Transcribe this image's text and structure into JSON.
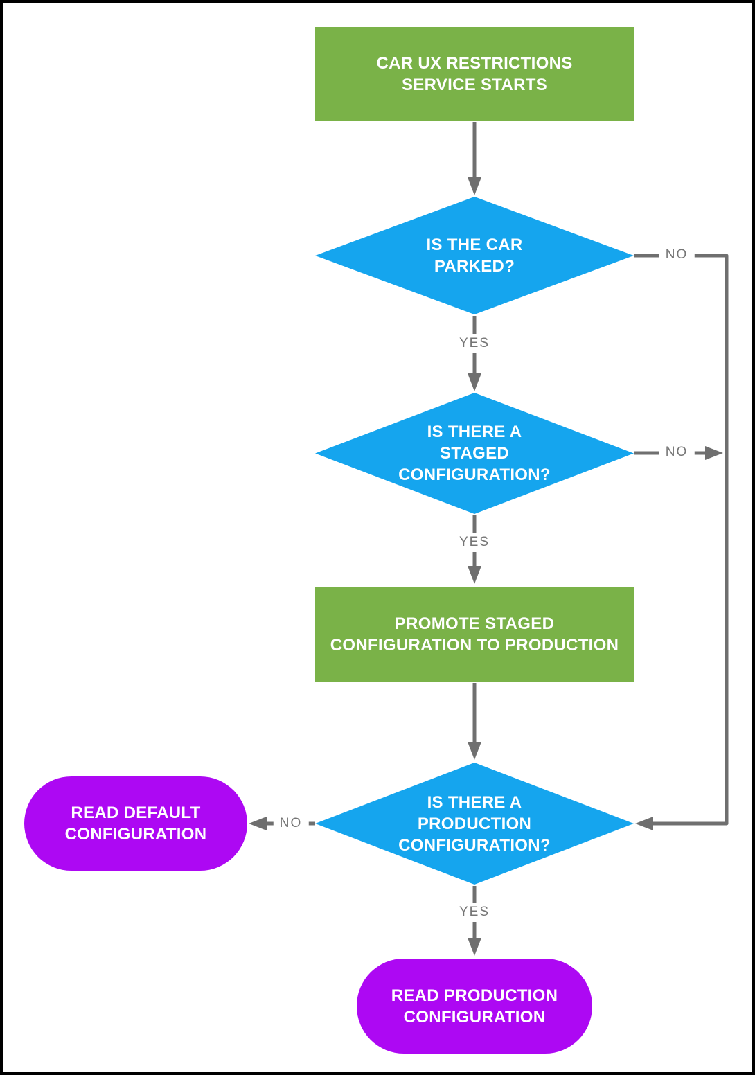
{
  "colors": {
    "process_green": "#7ab248",
    "decision_blue": "#15a5ee",
    "terminal_purple": "#ad08f3",
    "connector_gray": "#6f6f6f",
    "label_gray": "#757575",
    "node_text": "#ffffff",
    "frame_black": "#000000",
    "background": "#ffffff"
  },
  "nodes": {
    "start": {
      "type": "process",
      "lines": [
        "CAR UX RESTRICTIONS",
        "SERVICE STARTS"
      ]
    },
    "car_parked": {
      "type": "decision",
      "lines": [
        "IS THE CAR",
        "PARKED?"
      ]
    },
    "staged_config": {
      "type": "decision",
      "lines": [
        "IS THERE A",
        "STAGED",
        "CONFIGURATION?"
      ]
    },
    "promote": {
      "type": "process",
      "lines": [
        "PROMOTE STAGED",
        "CONFIGURATION TO PRODUCTION"
      ]
    },
    "production_config": {
      "type": "decision",
      "lines": [
        "IS THERE A",
        "PRODUCTION",
        "CONFIGURATION?"
      ]
    },
    "read_default": {
      "type": "terminal",
      "lines": [
        "READ DEFAULT",
        "CONFIGURATION"
      ]
    },
    "read_production": {
      "type": "terminal",
      "lines": [
        "READ PRODUCTION",
        "CONFIGURATION"
      ]
    }
  },
  "edges": {
    "yes1": "YES",
    "yes2": "YES",
    "yes3": "YES",
    "no1": "NO",
    "no2": "NO",
    "no3": "NO"
  }
}
